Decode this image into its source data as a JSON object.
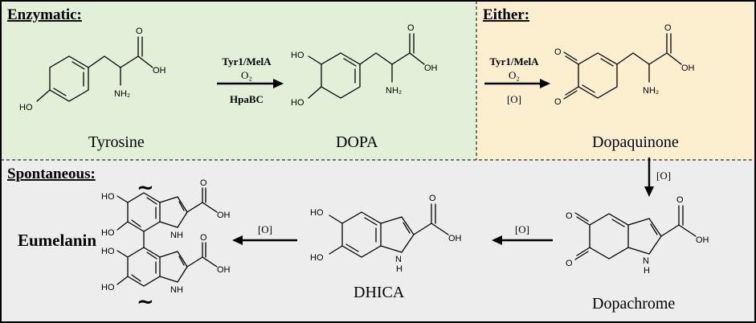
{
  "sections": {
    "enzymatic": {
      "title": "Enzymatic:",
      "color": "#e2efd9"
    },
    "either": {
      "title": "Either:",
      "color": "#fcefcf"
    },
    "spontaneous": {
      "title": "Spontaneous:",
      "color": "#ededed"
    }
  },
  "compounds": {
    "tyrosine": "Tyrosine",
    "dopa": "DOPA",
    "dopaquinone": "Dopaquinone",
    "dopachrome": "Dopachrome",
    "dhica": "DHICA",
    "eumelanin": "Eumelanin"
  },
  "atoms": {
    "oh": "OH",
    "ho": "HO",
    "nh2": "NH₂",
    "nh": "NH",
    "o": "O",
    "n": "N",
    "h": "H"
  },
  "arrows": {
    "a1": {
      "enzyme": "Tyr1/MelA",
      "cofactor": "O₂",
      "enzyme2": "HpaBC"
    },
    "a2": {
      "enzyme": "Tyr1/MelA",
      "cofactor": "O₂",
      "oxidant": "[O]"
    },
    "a3": {
      "oxidant": "[O]"
    },
    "a4": {
      "oxidant": "[O]"
    },
    "a5": {
      "oxidant": "[O]"
    }
  },
  "polymer_mark": "~"
}
